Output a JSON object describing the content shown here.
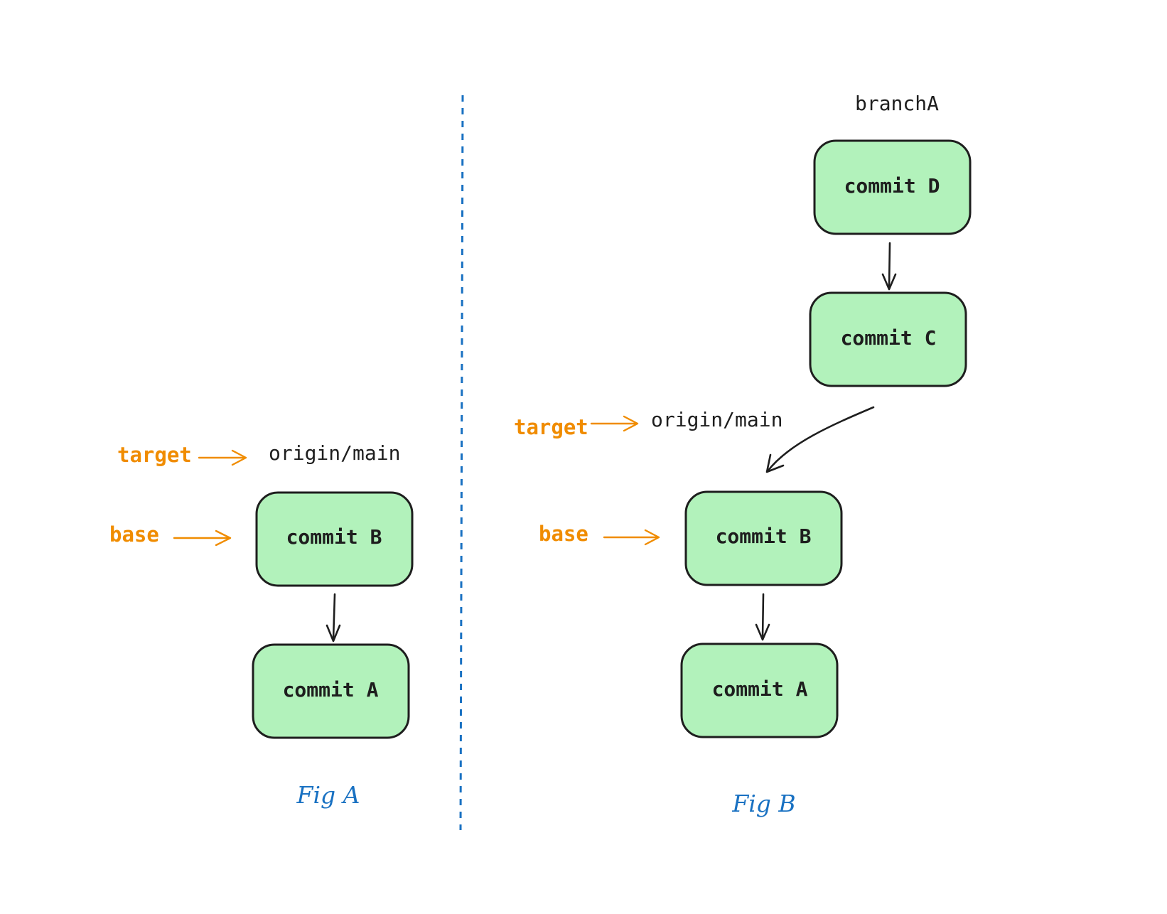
{
  "figA": {
    "target_label": "target",
    "base_label": "base",
    "ref_label": "origin/main",
    "commit_b": "commit B",
    "commit_a": "commit A",
    "caption": "Fig A"
  },
  "figB": {
    "branch_label": "branchA",
    "commit_d": "commit D",
    "commit_c": "commit C",
    "target_label": "target",
    "ref_label": "origin/main",
    "base_label": "base",
    "commit_b": "commit B",
    "commit_a": "commit A",
    "caption": "Fig B"
  },
  "colors": {
    "node_fill": "#b2f2bb",
    "pointer_text": "#f08c00",
    "caption": "#1971c2",
    "divider": "#1971c2"
  }
}
